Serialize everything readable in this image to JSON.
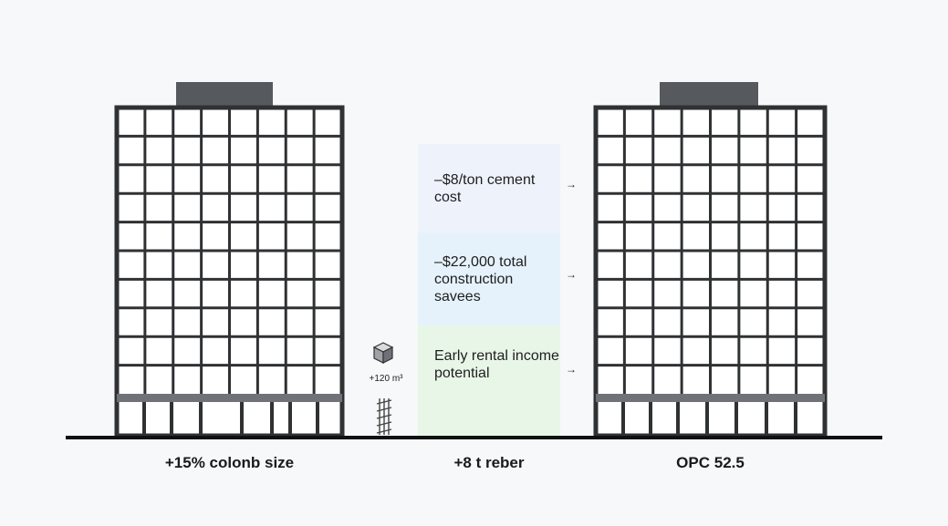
{
  "colors": {
    "building_frame": "#2f3133",
    "building_fill": "#ffffff",
    "roof_box": "#56595d",
    "base_band": "#6f7378",
    "ground": "#111111",
    "box_cost": "#eef2fb",
    "box_savings": "#e6f2fb",
    "box_rental": "#e8f6e8"
  },
  "benefits": [
    {
      "text": "–$8/ton cement cost",
      "arrow": "→"
    },
    {
      "text": "–$22,000 total construction savees",
      "arrow": "→"
    },
    {
      "text": "Early rental income potential",
      "arrow": "→"
    }
  ],
  "concrete_volume": {
    "icon": "cube-icon",
    "label": "+120 m³"
  },
  "rebar": {
    "icon": "rebar-icon"
  },
  "captions": {
    "left": "+15% colonb size",
    "middle": "+8 t reber",
    "right": "OPC 52.5"
  }
}
